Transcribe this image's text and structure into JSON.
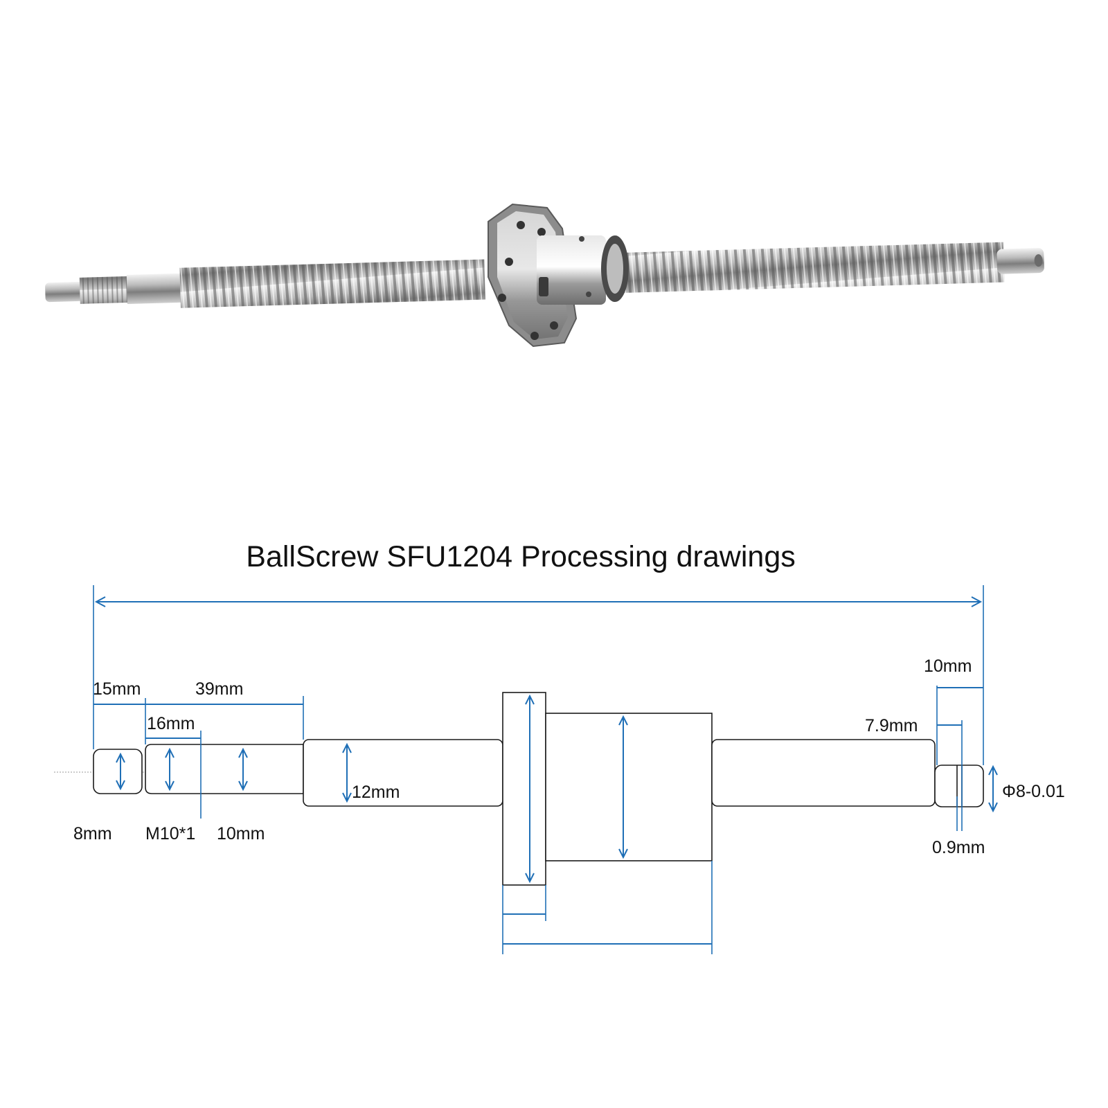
{
  "drawing": {
    "title": "BallScrew SFU1204 Processing drawings",
    "colors": {
      "dimension": "#1f6fb6",
      "outline": "#1a1a1a",
      "text": "#111111"
    },
    "labels": {
      "len_15": "15mm",
      "len_39": "39mm",
      "len_16": "16mm",
      "dia_8": "8mm",
      "thread": "M10*1",
      "dia_10": "10mm",
      "dia_12": "12mm",
      "len_10_right": "10mm",
      "len_7_9": "7.9mm",
      "dia_phi8": "Φ8-0.01",
      "groove_0_9": "0.9mm"
    }
  }
}
